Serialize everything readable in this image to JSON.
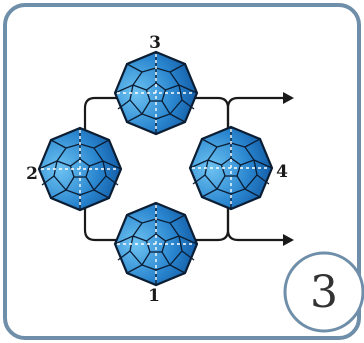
{
  "node_labels": {
    "n1": "1",
    "n2": "2",
    "n3": "3",
    "n4": "4"
  },
  "badge": {
    "text": "3"
  },
  "colors": {
    "frame": "#6f8ea9",
    "ball_light": "#6ec3f2",
    "ball_mid": "#2a86cf",
    "ball_dark": "#0c4f99",
    "edge": "#0b1d33",
    "dash": "#ffffff",
    "connector": "#1a1a1a"
  },
  "icons": {
    "ball": "fullerene-icon",
    "arrow": "arrowhead-icon"
  }
}
